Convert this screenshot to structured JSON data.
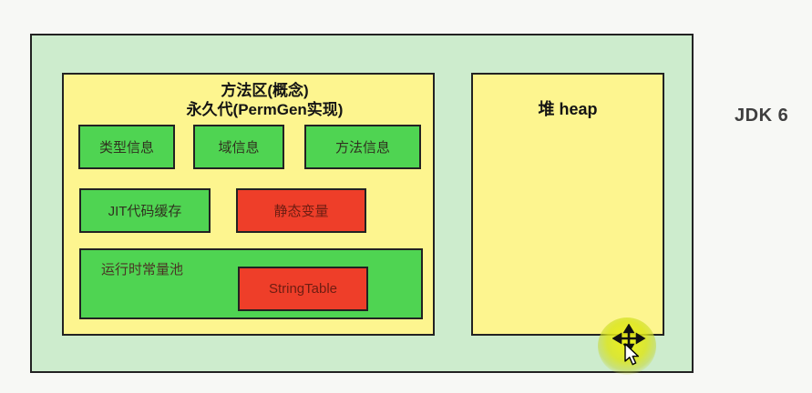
{
  "window": {
    "jdk_label": "JDK 6"
  },
  "colors": {
    "canvas_bg": "#f7f8f5",
    "outer_fill": "#cdeccd",
    "panel_fill": "#fdf58f",
    "green_fill": "#4fd452",
    "red_fill": "#ee3e29",
    "border": "#222222",
    "highlight": "#dce81e"
  },
  "method_area": {
    "title_line1": "方法区(概念)",
    "title_line2": "永久代(PermGen实现)",
    "type_info": "类型信息",
    "field_info": "域信息",
    "method_info": "方法信息",
    "jit_cache": "JIT代码缓存",
    "static_vars": "静态变量",
    "runtime_pool": "运行时常量池",
    "string_table": "StringTable"
  },
  "heap": {
    "label": "堆 heap"
  }
}
